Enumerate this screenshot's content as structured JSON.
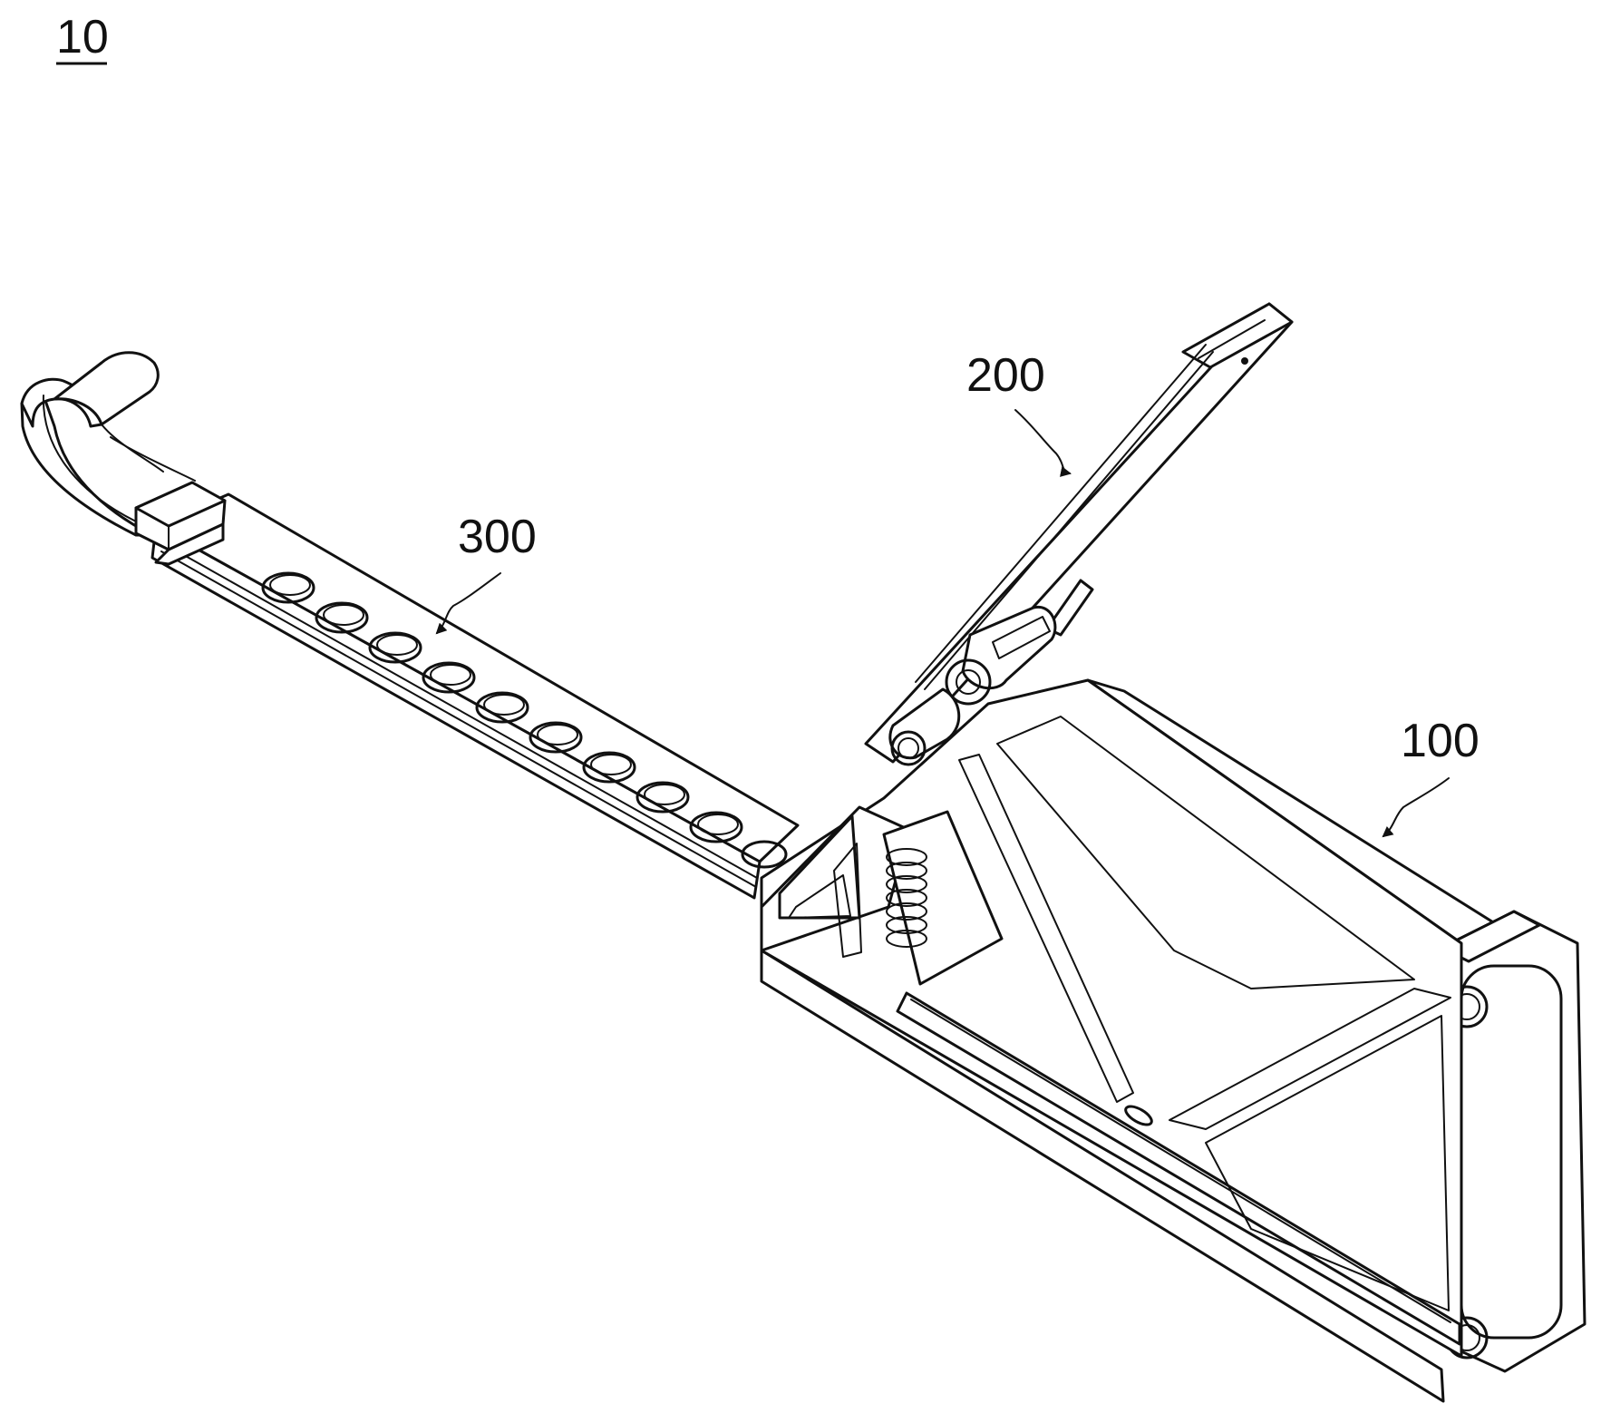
{
  "figure": {
    "figure_number": "10",
    "labels": {
      "body": "100",
      "lever": "200",
      "bar": "300"
    }
  },
  "colors": {
    "background": "#ffffff",
    "line": "#111111"
  }
}
